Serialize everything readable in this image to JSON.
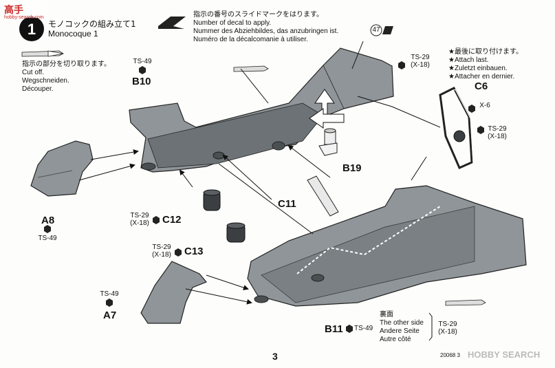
{
  "watermark_top": "高手",
  "watermark_url": "hobby-search.com",
  "step": {
    "number": "1",
    "title_jp": "モノコックの組み立て1",
    "title_en": "Monocoque 1"
  },
  "decal_note": {
    "jp": "指示の番号のスライドマークをはります。",
    "en": "Number of decal to apply.",
    "de": "Nummer des Abziehbildes, das anzubringen ist.",
    "fr": "Numéro de la décalcomanie à utiliser."
  },
  "decal_number": "47",
  "cut_note": {
    "jp": "指示の部分を切り取ります。",
    "en": "Cut off.",
    "de": "Wegschneiden.",
    "fr": "Découper."
  },
  "attach_note": {
    "jp": "★最後に取り付けます。",
    "en": "★Attach last.",
    "de": "★Zuletzt einbauen.",
    "fr": "★Attacher en dernier."
  },
  "parts": {
    "b10": "B10",
    "a8": "A8",
    "a7": "A7",
    "c12": "C12",
    "c13": "C13",
    "c11": "C11",
    "b19": "B19",
    "c6": "C6",
    "b11": "B11"
  },
  "paints": {
    "ts49": "TS-49",
    "ts29": "TS-29",
    "x18": "(X-18)",
    "x6": "X-6"
  },
  "other_side": {
    "jp": "裏面",
    "en": "The other side",
    "de": "Andere Seite",
    "fr": "Autre côté"
  },
  "page_number": "3",
  "footer_code": "20068 3",
  "footer_wm": "HOBBY SEARCH",
  "colors": {
    "part_fill": "#8f9598",
    "part_dark": "#5f6569",
    "ink": "#111111",
    "watermark_red": "#cc2a2a"
  }
}
